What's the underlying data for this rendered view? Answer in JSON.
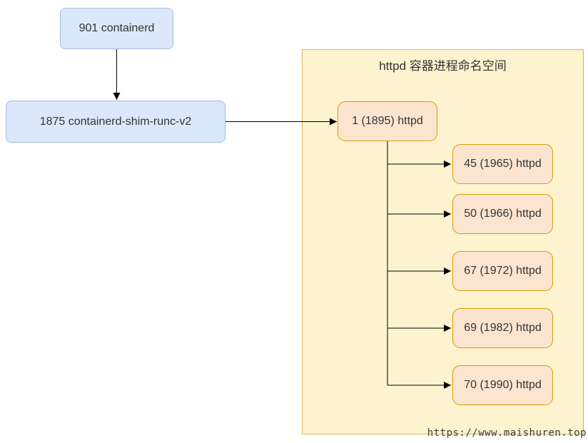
{
  "colors": {
    "host_box_fill": "#dbe8fb",
    "host_box_border": "#9fbcdc",
    "namespace_fill": "#fdf3cf",
    "namespace_border": "#d6b656",
    "container_box_fill": "#fce5d0",
    "container_box_border": "#d79b00",
    "arrow_color": "#000000",
    "text_color": "#333333",
    "watermark_color": "#3f3f3f"
  },
  "host": {
    "containerd": {
      "label": "901 containerd"
    },
    "shim": {
      "label": "1875 containerd-shim-runc-v2"
    }
  },
  "namespace": {
    "title": "httpd 容器进程命名空间",
    "root": {
      "label": "1 (1895) httpd"
    },
    "children": [
      {
        "label": "45 (1965) httpd"
      },
      {
        "label": "50 (1966) httpd"
      },
      {
        "label": "67 (1972) httpd"
      },
      {
        "label": "69 (1982) httpd"
      },
      {
        "label": "70 (1990) httpd"
      }
    ]
  },
  "watermark": {
    "text": "https://www.maishuren.top"
  }
}
